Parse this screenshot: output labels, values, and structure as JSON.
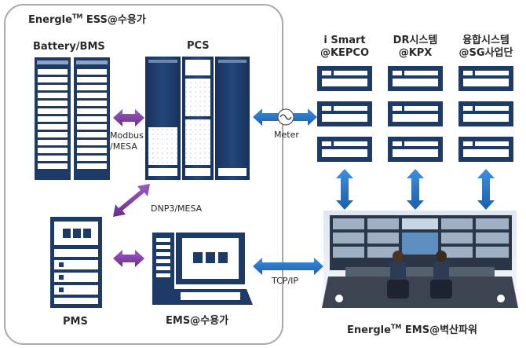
{
  "ess_group": {
    "title_prefix": "Energle",
    "title_sup": "TM",
    "title_suffix": " ESS@수용가"
  },
  "components": {
    "battery": "Battery/BMS",
    "pcs": "PCS",
    "pms": "PMS",
    "ems_customer": "EMS@수용가",
    "ismart_line1": "i Smart",
    "ismart_line2": "@KEPCO",
    "dr_line1": "DR시스템",
    "dr_line2": "@KPX",
    "sg_line1": "융합시스템",
    "sg_line2": "@SG사업단",
    "ems_center_prefix": "Energle",
    "ems_center_sup": "TM",
    "ems_center_suffix": " EMS@벽산파워"
  },
  "links": {
    "modbus_line1": "Modbus",
    "modbus_line2": "/MESA",
    "dnp3": "DNP3/MESA",
    "meter": "Meter",
    "tcpip": "TCP/IP"
  },
  "colors": {
    "rack": "#1e3a66",
    "arrow_purple": "#7b3fa0",
    "arrow_blue": "#1f6fc2",
    "group_border": "#9a9a9a"
  }
}
